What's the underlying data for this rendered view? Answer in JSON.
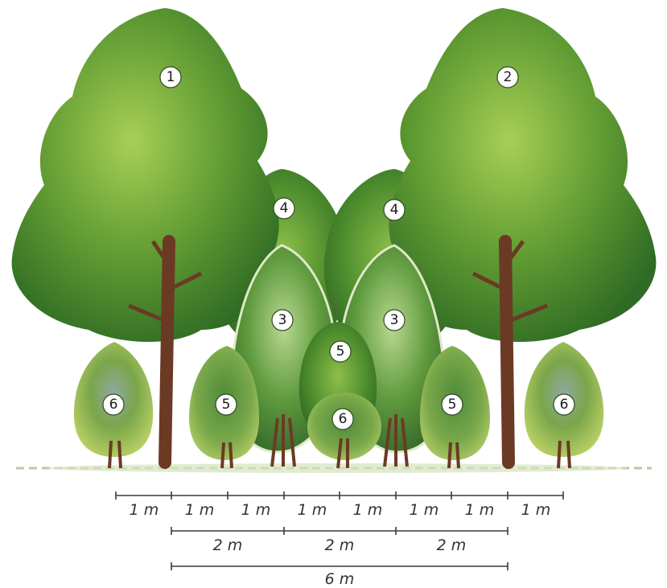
{
  "plants": [
    {
      "id": "tree-1",
      "number": "1"
    },
    {
      "id": "tree-2",
      "number": "2"
    },
    {
      "id": "tree-4-left",
      "number": "4"
    },
    {
      "id": "tree-4-right",
      "number": "4"
    },
    {
      "id": "conifer-3-left",
      "number": "3"
    },
    {
      "id": "conifer-3-right",
      "number": "3"
    },
    {
      "id": "shrub-5-center",
      "number": "5"
    },
    {
      "id": "shrub-5-left",
      "number": "5"
    },
    {
      "id": "shrub-5-right",
      "number": "5"
    },
    {
      "id": "shrub-6-left",
      "number": "6"
    },
    {
      "id": "shrub-6-center",
      "number": "6"
    },
    {
      "id": "shrub-6-right",
      "number": "6"
    }
  ],
  "scale": {
    "row1": {
      "segment_label": "1 m",
      "count": 8
    },
    "row2": {
      "segment_label": "2 m",
      "count": 3
    },
    "row3": {
      "segment_label": "6 m",
      "count": 1
    }
  },
  "colors": {
    "foliage_dark": "#2f6b24",
    "foliage_mid": "#4f8f2e",
    "foliage_light": "#9cc44a",
    "trunk": "#6b3a24",
    "ground": "#b9c9a0"
  }
}
